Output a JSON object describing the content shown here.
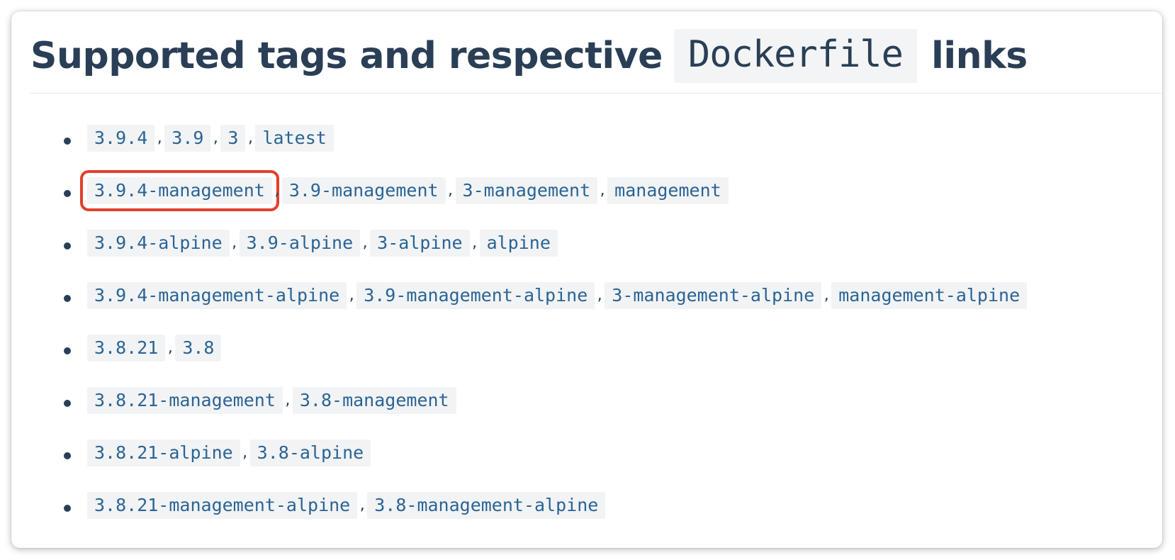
{
  "heading": {
    "before": "Supported tags and respective",
    "code": "Dockerfile",
    "after": "links"
  },
  "colors": {
    "heading_text": "#2a3f56",
    "link": "#2a6496",
    "code_background": "#f2f3f4",
    "highlight_border": "#e0402c"
  },
  "separator": ",",
  "tag_groups": [
    [
      "3.9.4",
      "3.9",
      "3",
      "latest"
    ],
    [
      "3.9.4-management",
      "3.9-management",
      "3-management",
      "management"
    ],
    [
      "3.9.4-alpine",
      "3.9-alpine",
      "3-alpine",
      "alpine"
    ],
    [
      "3.9.4-management-alpine",
      "3.9-management-alpine",
      "3-management-alpine",
      "management-alpine"
    ],
    [
      "3.8.21",
      "3.8"
    ],
    [
      "3.8.21-management",
      "3.8-management"
    ],
    [
      "3.8.21-alpine",
      "3.8-alpine"
    ],
    [
      "3.8.21-management-alpine",
      "3.8-management-alpine"
    ]
  ],
  "highlighted_tag": "3.9.4-management"
}
